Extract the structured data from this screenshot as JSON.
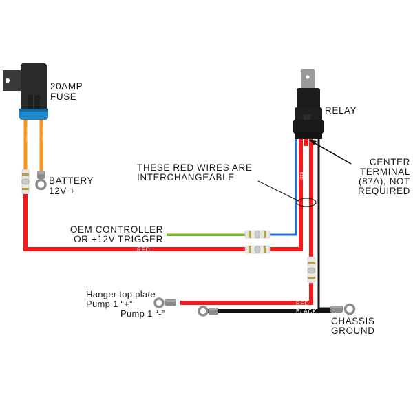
{
  "diagram": {
    "type": "wiring-harness",
    "components": {
      "fuse": {
        "label_line1": "20AMP",
        "label_line2": "FUSE",
        "cap_color": "#1e88c8",
        "body_color": "#2b2b2b"
      },
      "battery": {
        "label_line1": "BATTERY",
        "label_line2": "12V +"
      },
      "relay": {
        "label": "RELAY",
        "body_color": "#1c1c1c",
        "tab_color": "#9a9a9a"
      },
      "center_terminal": {
        "label_line1": "CENTER",
        "label_line2": "TERMINAL",
        "label_line3": "(87A), NOT",
        "label_line4": "REQUIRED"
      },
      "interchangeable_note": {
        "label_line1": "THESE RED WIRES ARE",
        "label_line2": "INTERCHANGEABLE"
      },
      "trigger": {
        "label_line1": "OEM CONTROLLER",
        "label_line2": "OR +12V TRIGGER"
      },
      "pump": {
        "label_line1": "Hanger top plate",
        "label_line2": "Pump 1 “+”",
        "label_line3": "Pump 1 “-”"
      },
      "ground": {
        "label_line1": "CHASSIS",
        "label_line2": "GROUND"
      }
    },
    "wire_labels": {
      "orange": "ORANGE",
      "red_main": "RED",
      "red_pump": "RED",
      "black_pump": "BLACK",
      "relay_red_short": "RED"
    },
    "colors": {
      "red": "#ee1c1c",
      "orange": "#f7941d",
      "blue": "#1f6fe0",
      "green": "#4a9a1a",
      "black": "#111111",
      "terminal_gray": "#8c8c8c",
      "connector_band": "#b8a040"
    }
  }
}
